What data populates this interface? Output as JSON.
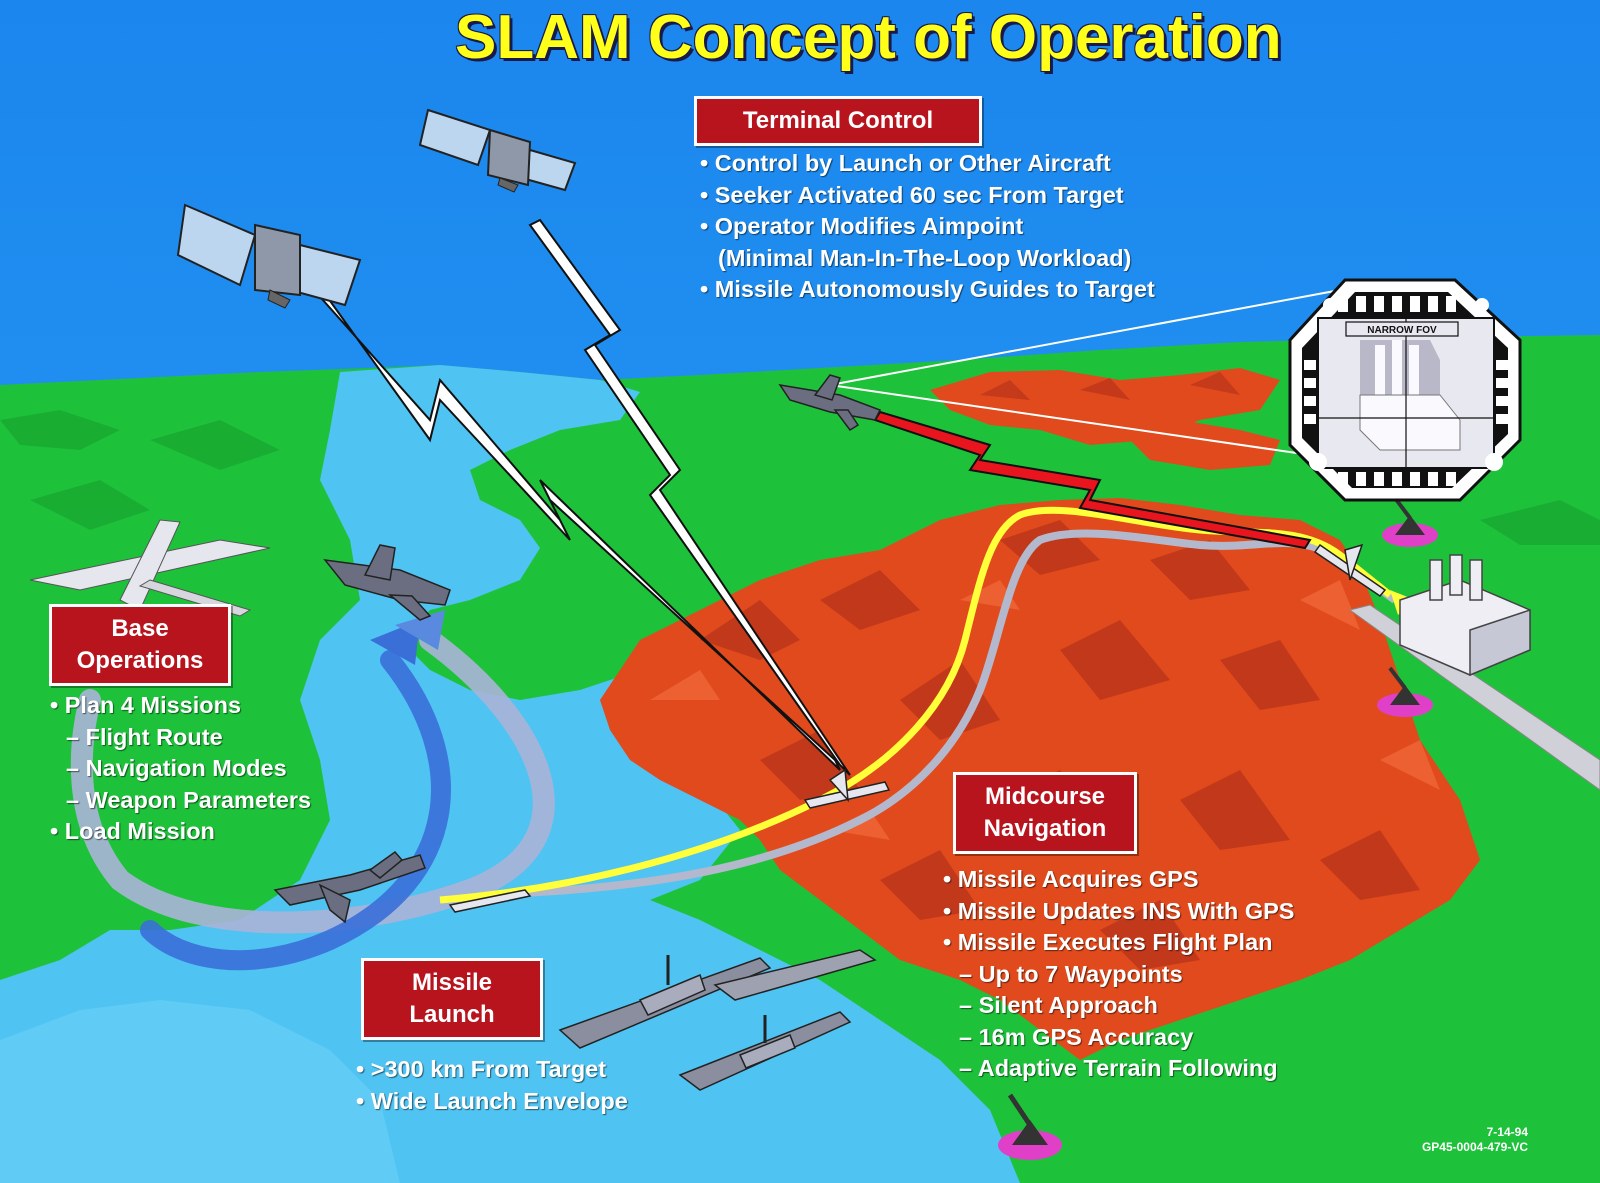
{
  "title": "SLAM Concept of Operation",
  "colors": {
    "sky": "#1e90f0",
    "water": "#4fc3f2",
    "land": "#1ec23a",
    "terrain": "#e04a1c",
    "label_box": "#b8141e",
    "flight_path": "#ffff3a",
    "title": "#ffff1a"
  },
  "sections": {
    "terminal": {
      "heading": "Terminal Control",
      "bullets": [
        "• Control by Launch or Other Aircraft",
        "• Seeker Activated 60 sec From Target",
        "• Operator Modifies Aimpoint",
        "(Minimal Man-In-The-Loop Workload)",
        "• Missile Autonomously Guides to Target"
      ]
    },
    "base": {
      "heading_line1": "Base",
      "heading_line2": "Operations",
      "bullets": [
        "• Plan 4 Missions",
        "– Flight Route",
        "– Navigation Modes",
        "– Weapon Parameters",
        "• Load Mission"
      ]
    },
    "midcourse": {
      "heading_line1": "Midcourse",
      "heading_line2": "Navigation",
      "bullets": [
        "• Missile Acquires GPS",
        "• Missile Updates INS With GPS",
        "• Missile Executes Flight Plan",
        "– Up to 7 Waypoints",
        "– Silent Approach",
        "– 16m GPS Accuracy",
        "– Adaptive Terrain Following"
      ]
    },
    "launch": {
      "heading_line1": "Missile",
      "heading_line2": "Launch",
      "bullets": [
        "•  >300 km From Target",
        "• Wide Launch Envelope"
      ]
    }
  },
  "seeker_display": {
    "label": "NARROW FOV"
  },
  "stamp": {
    "date": "7-14-94",
    "code": "GP45-0004-479-VC"
  }
}
